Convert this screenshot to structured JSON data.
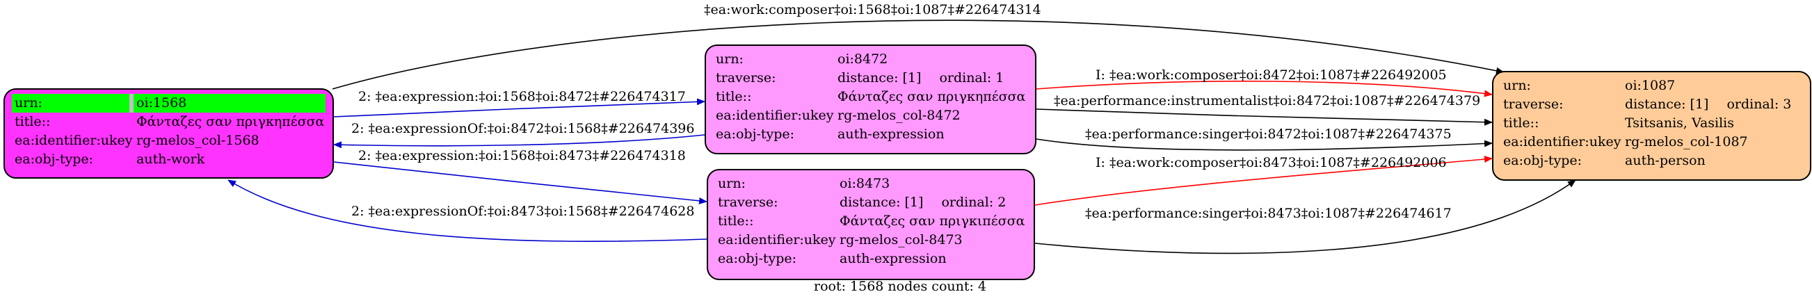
{
  "colors": {
    "work": "#ff33ff",
    "expression": "#ff99ff",
    "person": "#ffcc99",
    "highlight": "#00ff00",
    "edge_expression": "#0000cc",
    "edge_composer": "#ff0000",
    "edge_default": "#000000"
  },
  "nodes": {
    "work": {
      "rows": [
        {
          "k": "urn:",
          "v": "oi:1568"
        },
        {
          "k": "title::",
          "v": "Φάνταζες σαν πριγκηπέσσα"
        },
        {
          "k": "ea:identifier:ukey",
          "v": "rg-melos_col-1568"
        },
        {
          "k": "ea:obj-type:",
          "v": "auth-work"
        }
      ]
    },
    "exp1": {
      "rows": [
        {
          "k": "urn:",
          "v": "oi:8472"
        },
        {
          "k": "traverse:",
          "v": "distance: [1]",
          "extra": "ordinal: 1"
        },
        {
          "k": "title::",
          "v": "Φάνταζες σαν πριγκηπέσσα"
        },
        {
          "k": "ea:identifier:ukey",
          "v": "rg-melos_col-8472"
        },
        {
          "k": "ea:obj-type:",
          "v": "auth-expression"
        }
      ]
    },
    "exp2": {
      "rows": [
        {
          "k": "urn:",
          "v": "oi:8473"
        },
        {
          "k": "traverse:",
          "v": "distance: [1]",
          "extra": "ordinal: 2"
        },
        {
          "k": "title::",
          "v": "Φάνταζες σαν πριγκιπέσσα"
        },
        {
          "k": "ea:identifier:ukey",
          "v": "rg-melos_col-8473"
        },
        {
          "k": "ea:obj-type:",
          "v": "auth-expression"
        }
      ]
    },
    "person": {
      "rows": [
        {
          "k": "urn:",
          "v": "oi:1087"
        },
        {
          "k": "traverse:",
          "v": "distance: [1]",
          "extra": "ordinal: 3"
        },
        {
          "k": "title::",
          "v": "Tsitsanis, Vasilis"
        },
        {
          "k": "ea:identifier:ukey",
          "v": "rg-melos_col-1087"
        },
        {
          "k": "ea:obj-type:",
          "v": "auth-person"
        }
      ]
    }
  },
  "edges": [
    {
      "label": "‡ea:work:composer‡oi:1568‡oi:1087‡#226474314",
      "color": "edge_default"
    },
    {
      "label": "2: ‡ea:expression:‡oi:1568‡oi:8472‡#226474317",
      "color": "edge_expression"
    },
    {
      "label": "2: ‡ea:expressionOf:‡oi:8472‡oi:1568‡#226474396",
      "color": "edge_expression"
    },
    {
      "label": "2: ‡ea:expression:‡oi:1568‡oi:8473‡#226474318",
      "color": "edge_expression"
    },
    {
      "label": "2: ‡ea:expressionOf:‡oi:8473‡oi:1568‡#226474628",
      "color": "edge_expression"
    },
    {
      "label": "I: ‡ea:work:composer‡oi:8472‡oi:1087‡#226492005",
      "color": "edge_composer"
    },
    {
      "label": "‡ea:performance:instrumentalist‡oi:8472‡oi:1087‡#226474379",
      "color": "edge_default"
    },
    {
      "label": "‡ea:performance:singer‡oi:8472‡oi:1087‡#226474375",
      "color": "edge_default"
    },
    {
      "label": "I: ‡ea:work:composer‡oi:8473‡oi:1087‡#226492006",
      "color": "edge_composer"
    },
    {
      "label": "‡ea:performance:singer‡oi:8473‡oi:1087‡#226474617",
      "color": "edge_default"
    }
  ],
  "footer": "root: 1568 nodes count: 4"
}
